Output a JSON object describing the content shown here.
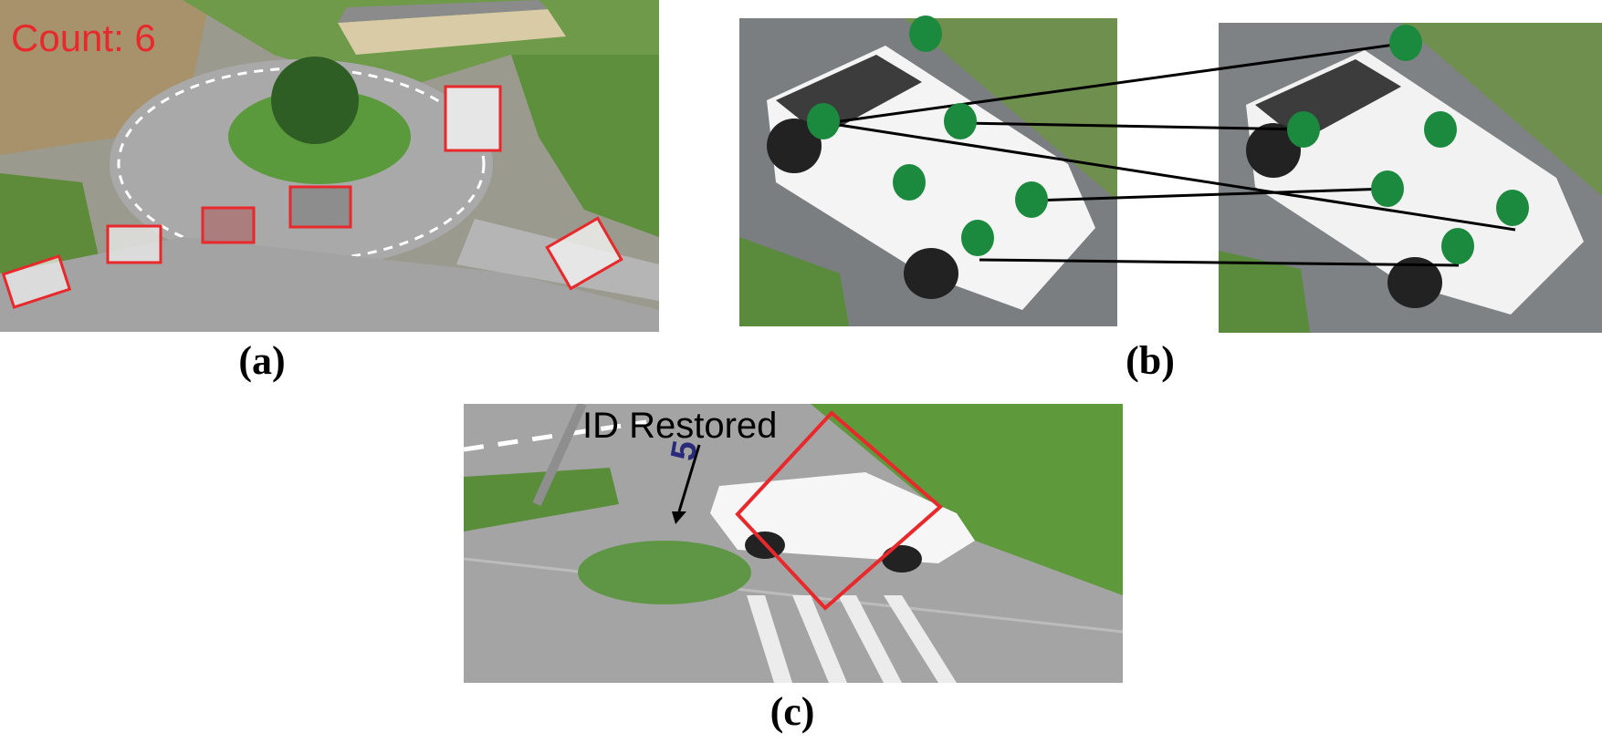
{
  "panel_a": {
    "count_label": "Count: 6",
    "caption": "(a)",
    "bbox_color": "#e8282b"
  },
  "panel_b": {
    "caption": "(b)",
    "keypoint_color": "#1c8a3e",
    "match_line_color": "#000000"
  },
  "panel_c": {
    "annotation": "ID Restored",
    "track_id": "5",
    "caption": "(c)"
  }
}
